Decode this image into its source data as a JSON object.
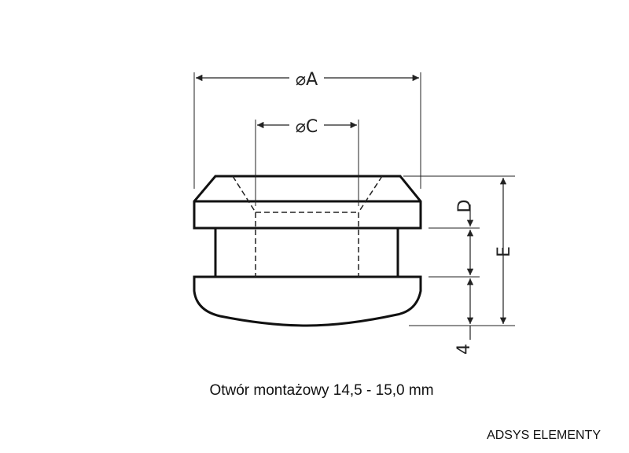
{
  "dimensions": {
    "a": "⌀A",
    "c": "⌀C",
    "d": "D",
    "e": "E",
    "four": "4"
  },
  "caption": "Otwór montażowy  14,5  - 15,0 mm",
  "brand": "ADSYS ELEMENTY"
}
